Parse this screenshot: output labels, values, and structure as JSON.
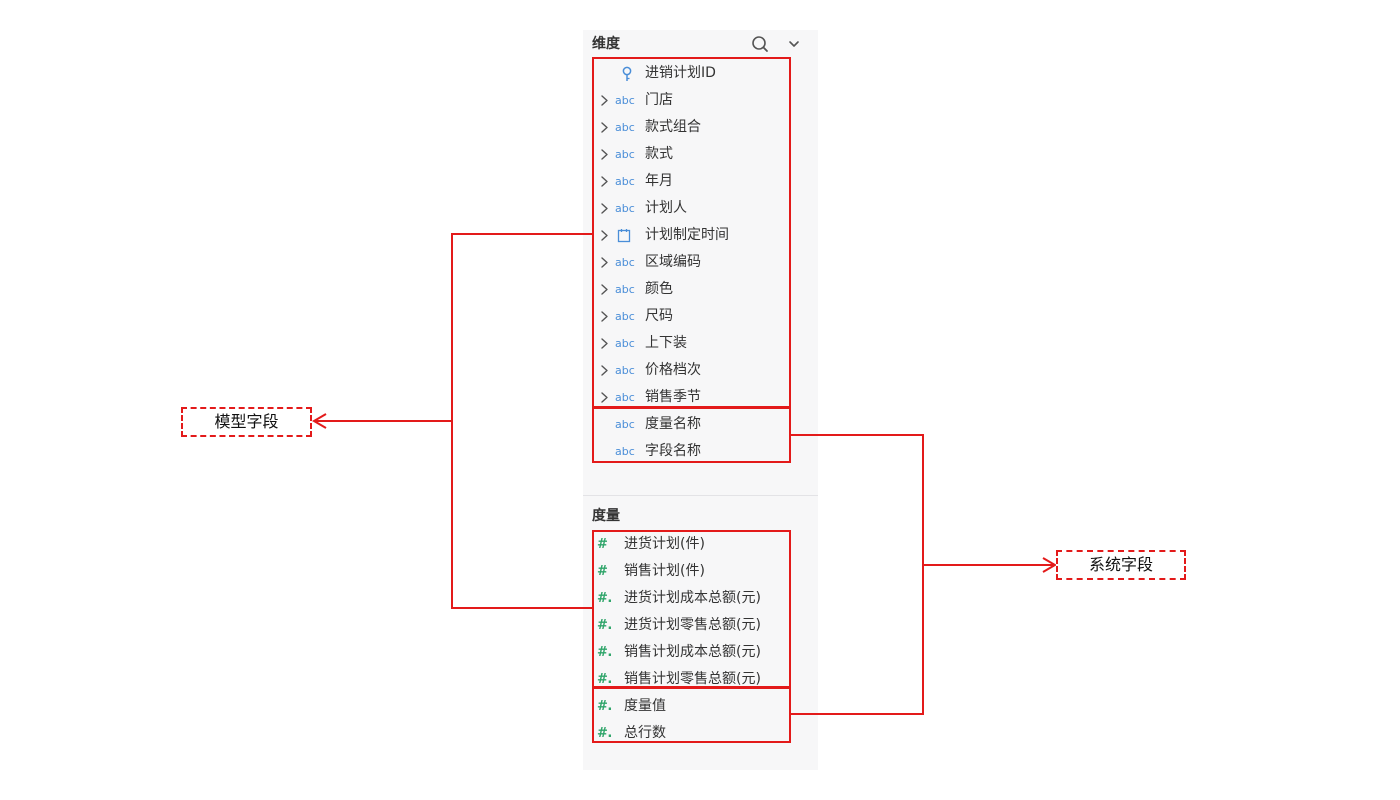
{
  "dimensions": {
    "header": "维度",
    "fields": [
      {
        "label": "进销计划ID",
        "type_icon": "key-icon",
        "type_text": "",
        "expandable": false
      },
      {
        "label": "门店",
        "type_icon": "text-type-icon",
        "type_text": "abc",
        "expandable": true
      },
      {
        "label": "款式组合",
        "type_icon": "text-type-icon",
        "type_text": "abc",
        "expandable": true
      },
      {
        "label": "款式",
        "type_icon": "text-type-icon",
        "type_text": "abc",
        "expandable": true
      },
      {
        "label": "年月",
        "type_icon": "text-type-icon",
        "type_text": "abc",
        "expandable": true
      },
      {
        "label": "计划人",
        "type_icon": "text-type-icon",
        "type_text": "abc",
        "expandable": true
      },
      {
        "label": "计划制定时间",
        "type_icon": "calendar-icon",
        "type_text": "",
        "expandable": true
      },
      {
        "label": "区域编码",
        "type_icon": "text-type-icon",
        "type_text": "abc",
        "expandable": true
      },
      {
        "label": "颜色",
        "type_icon": "text-type-icon",
        "type_text": "abc",
        "expandable": true
      },
      {
        "label": "尺码",
        "type_icon": "text-type-icon",
        "type_text": "abc",
        "expandable": true
      },
      {
        "label": "上下装",
        "type_icon": "text-type-icon",
        "type_text": "abc",
        "expandable": true
      },
      {
        "label": "价格档次",
        "type_icon": "text-type-icon",
        "type_text": "abc",
        "expandable": true
      },
      {
        "label": "销售季节",
        "type_icon": "text-type-icon",
        "type_text": "abc",
        "expandable": true
      },
      {
        "label": "度量名称",
        "type_icon": "text-type-icon",
        "type_text": "abc",
        "expandable": false
      },
      {
        "label": "字段名称",
        "type_icon": "text-type-icon",
        "type_text": "abc",
        "expandable": false
      }
    ]
  },
  "measures": {
    "header": "度量",
    "fields": [
      {
        "label": "进货计划(件)",
        "type_text": "#"
      },
      {
        "label": "销售计划(件)",
        "type_text": "#"
      },
      {
        "label": "进货计划成本总额(元)",
        "type_text": "#."
      },
      {
        "label": "进货计划零售总额(元)",
        "type_text": "#."
      },
      {
        "label": "销售计划成本总额(元)",
        "type_text": "#."
      },
      {
        "label": "销售计划零售总额(元)",
        "type_text": "#."
      },
      {
        "label": "度量值",
        "type_text": "#."
      },
      {
        "label": "总行数",
        "type_text": "#."
      }
    ]
  },
  "toolbar": {
    "search_icon": "search-icon",
    "collapse_icon": "chevron-down-icon"
  },
  "annotations": {
    "model_fields": "模型字段",
    "system_fields": "系统字段",
    "color": "#e31a1a"
  },
  "colors": {
    "panel_bg": "#f7f7f8",
    "text_type": "#4a8ed8",
    "number_type": "#2fa56a"
  }
}
